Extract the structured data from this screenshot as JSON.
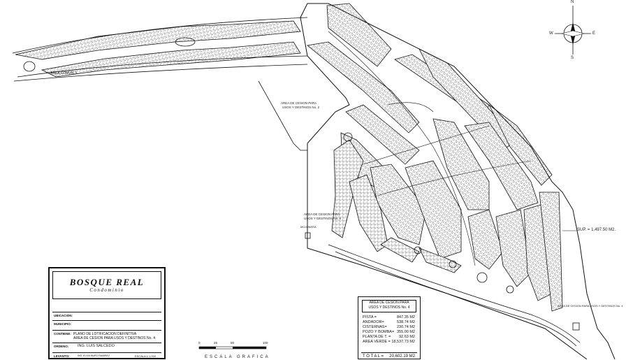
{
  "title_block": {
    "title": "BOSQUE REAL",
    "subtitle": "Condominio",
    "ubicacion_label": "UBICACION:",
    "municipio_label": "MUNICIPIO:",
    "contiene_label": "CONTIENE:",
    "contiene_line1": "PLANO DE LOTIFICACION DEFINITIVA",
    "contiene_line2": "AREA DE CESION PARA USOS Y DESTINOS No. 4",
    "ordeno_label": "ORDENO:",
    "ordeno_value": "ING. LUIS SALCEDO",
    "levanto_label": "LEVANTO:",
    "levanto_value": "ING. ELVIA MURO RAMIREZ",
    "escala_label": "ESCALA 1:1,000"
  },
  "area_table": {
    "header_line1": "AREA DE CESION PARA",
    "header_line2": "USOS Y DESTINOS No. 4",
    "rows": [
      {
        "label": "PISTA =",
        "value": "847.35 M2"
      },
      {
        "label": "ANDADOR=",
        "value": "538.74 M2"
      },
      {
        "label": "CISTERNAS=",
        "value": "230.74 M2"
      },
      {
        "label": "POZO Y BOMBA=",
        "value": "355.00 M2"
      },
      {
        "label": "PLANTA DE T. =",
        "value": "92.63 M2"
      },
      {
        "label": "AREA VERDE =",
        "value": "18,537.73 M2"
      }
    ],
    "total_label": "T O T A L  =",
    "total_value": "20,602.19 M2"
  },
  "scale_bar": {
    "ticks": [
      "0",
      "25",
      "50",
      "100"
    ],
    "title": "ESCALA GRAFICA"
  },
  "compass": {
    "n": "N",
    "s": "S",
    "e": "E",
    "w": "W"
  },
  "map_labels": {
    "area_comun": "AREA COMUN 3",
    "cesion_2_line1": "AREA DE CESION PARA",
    "cesion_2_line2": "USOS Y DESTINOS No. 2",
    "cesion_4_line1": "AREA DE CESION PARA",
    "cesion_4_line2": "USOS Y DESTINOS No. 4",
    "cesion_4b": "AREA DE CESION PARA USOS Y DESTINOS No. 4",
    "superficie": "SUP. = 1,497.50 M2.",
    "mojonera": "MOJONERA"
  },
  "colors": {
    "line": "#1a1a1a",
    "paper": "#ffffff"
  }
}
